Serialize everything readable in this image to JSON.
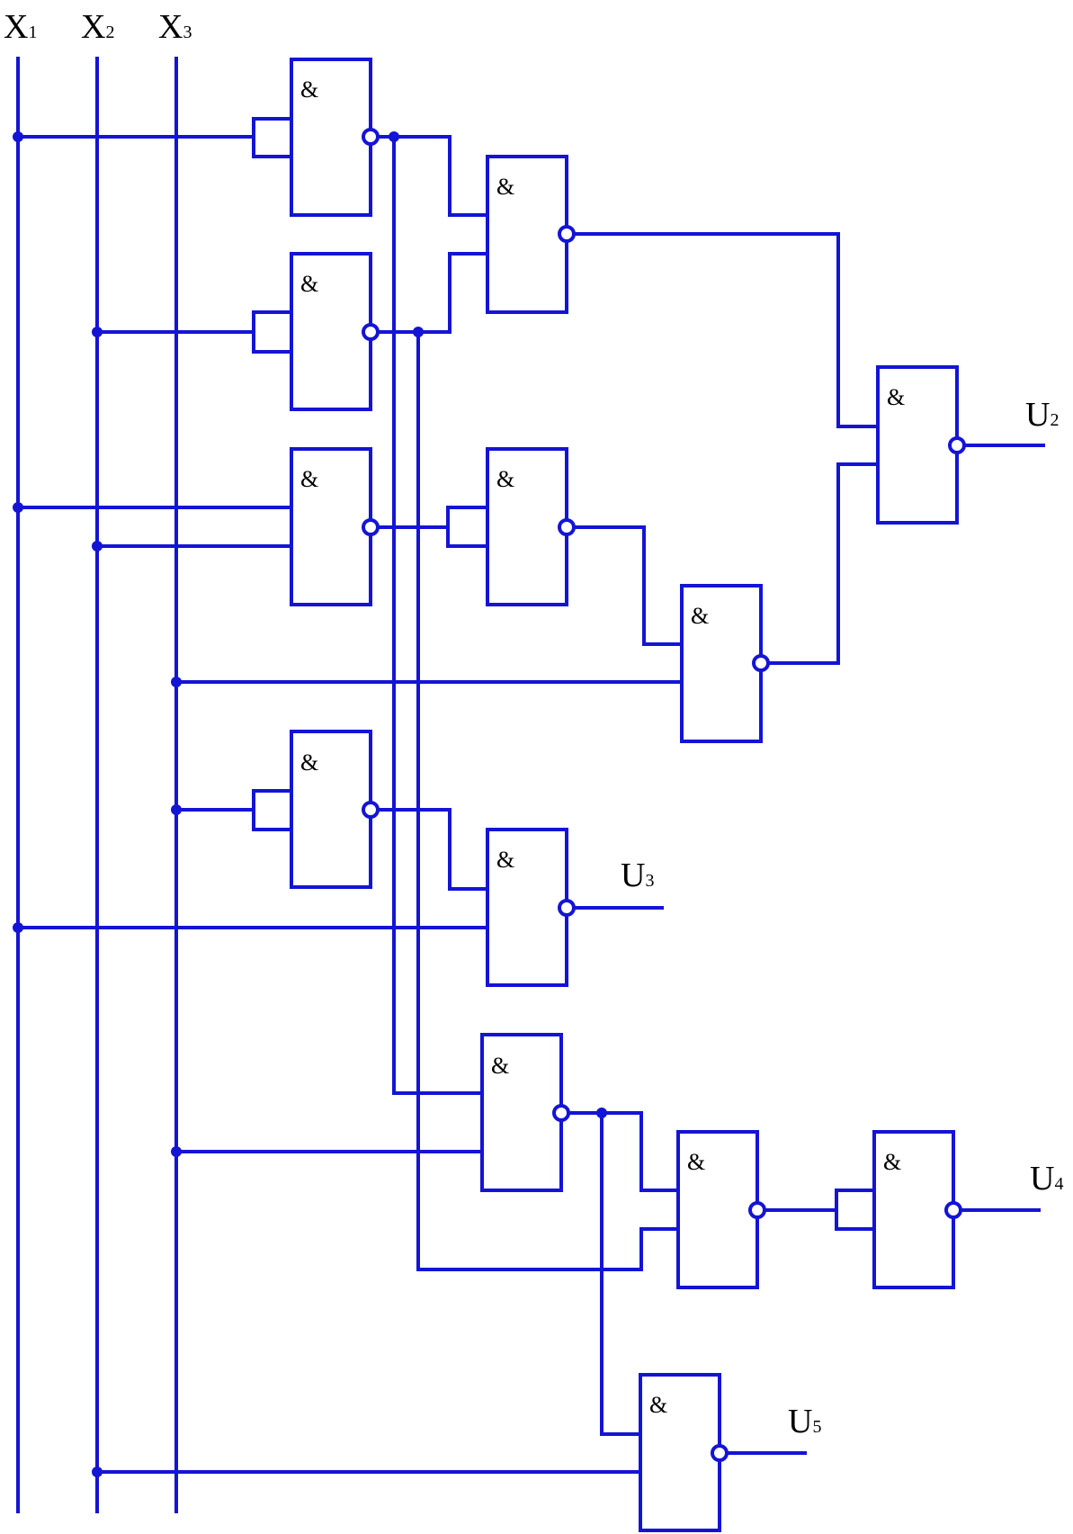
{
  "colors": {
    "wire": "#1414d6",
    "text": "#000000",
    "background": "#ffffff"
  },
  "gate_symbol": "&",
  "inputs": [
    {
      "main": "X",
      "sub": "1"
    },
    {
      "main": "X",
      "sub": "2"
    },
    {
      "main": "X",
      "sub": "3"
    }
  ],
  "outputs": [
    {
      "main": "U",
      "sub": "2"
    },
    {
      "main": "U",
      "sub": "3"
    },
    {
      "main": "U",
      "sub": "4"
    },
    {
      "main": "U",
      "sub": "5"
    }
  ],
  "gates": [
    {
      "id": "g1",
      "type": "NAND"
    },
    {
      "id": "g2",
      "type": "NAND"
    },
    {
      "id": "g3",
      "type": "NAND"
    },
    {
      "id": "g4",
      "type": "NAND"
    },
    {
      "id": "g5",
      "type": "NAND"
    },
    {
      "id": "g6",
      "type": "NAND"
    },
    {
      "id": "g7",
      "type": "NAND"
    },
    {
      "id": "g8",
      "type": "NAND"
    },
    {
      "id": "g9",
      "type": "NAND"
    },
    {
      "id": "g10",
      "type": "NAND"
    },
    {
      "id": "g11",
      "type": "NAND"
    },
    {
      "id": "g12",
      "type": "NAND"
    },
    {
      "id": "g13",
      "type": "NAND"
    }
  ]
}
